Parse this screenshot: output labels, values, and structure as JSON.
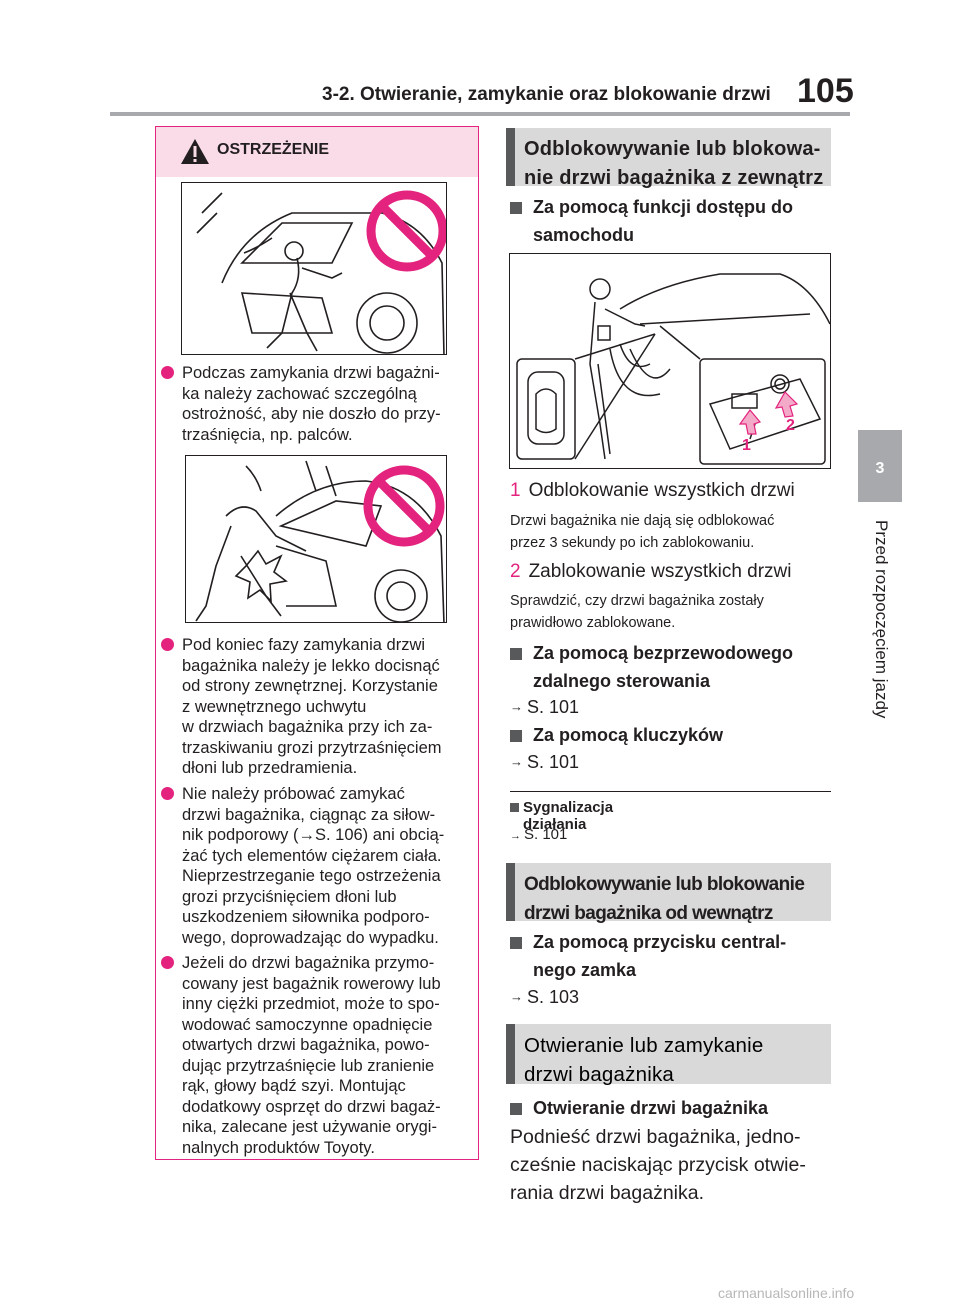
{
  "header": {
    "section_title": "3-2. Otwieranie, zamykanie oraz blokowanie drzwi",
    "page_number": "105"
  },
  "side_tab": {
    "chapter_number": "3",
    "chapter_title": "Przed rozpoczęciem jazdy"
  },
  "warning": {
    "title": "OSTRZEŻENIE",
    "items": [
      "Podczas zamykania drzwi bagażni-\nka należy zachować szczególną\nostrożność, aby nie doszło do przy-\ntrzaśnięcia, np. palców.",
      "Pod koniec fazy zamykania drzwi\nbagażnika należy je lekko docisnąć\nod strony zewnętrznej. Korzystanie\nz wewnętrznego uchwytu\nw drzwiach bagażnika przy ich za-\ntrzaskiwaniu grozi przytrzaśnięciem\ndłoni lub przedramienia.",
      "Nie należy próbować zamykać\ndrzwi bagażnika, ciągnąc za siłow-\nnik podporowy (→S. 106) ani obcią-\nżać tych elementów ciężarem ciała.\nNieprzestrzeganie tego ostrzeżenia\ngrozi przyciśnięciem dłoni lub\nuszkodzeniem siłownika podporo-\nwego, doprowadzając do wypadku.",
      "Jeżeli do drzwi bagażnika przymo-\ncowany jest bagażnik rowerowy lub\ninny ciężki przedmiot, może to spo-\nwodować samoczynne opadnięcie\notwartych drzwi bagażnika, powo-\ndując przytrzaśnięcie lub zranienie\nrąk, głowy bądź szyi. Montując\ndodatkowy osprzęt do drzwi bagaż-\nnika, zalecane jest używanie orygi-\nnalnych produktów Toyoty."
    ]
  },
  "right": {
    "section1": "Odblokowywanie lub blokowa-\nnie drzwi bagażnika z zewnątrz",
    "sub1": "Za pomocą funkcji dostępu do\nsamochodu",
    "callout1": "1",
    "callout2": "2",
    "step1_num": "1",
    "step1": "Odblokowanie wszystkich drzwi",
    "note1": "Drzwi bagażnika nie dają się odblokować\nprzez 3 sekundy po ich zablokowaniu.",
    "step2_num": "2",
    "step2": "Zablokowanie wszystkich drzwi",
    "note2": "Sprawdzić, czy drzwi bagażnika zostały\nprawidłowo zablokowane.",
    "sub2": "Za pomocą bezprzewodowego\nzdalnego sterowania",
    "ref1": "S. 101",
    "sub3": "Za pomocą kluczyków",
    "ref2": "S. 101",
    "sub4": "Sygnalizacja działania",
    "ref3": "S. 101",
    "section2": "Odblokowywanie lub blokowanie\ndrzwi bagażnika od wewnątrz",
    "sub5": "Za pomocą przycisku central-\nnego zamka",
    "ref4": "S. 103",
    "section3": "Otwieranie lub zamykanie\ndrzwi bagażnika",
    "sub6": "Otwieranie drzwi bagażnika",
    "body1": "Podnieść drzwi bagażnika, jedno-\ncześnie naciskając przycisk otwie-\nrania drzwi bagażnika.",
    "arrow": "→"
  },
  "footer": {
    "watermark": "carmanualsonline.info"
  },
  "colors": {
    "accent": "#e3237e",
    "section_bg": "#d9d9d9",
    "section_bar": "#58595b"
  }
}
